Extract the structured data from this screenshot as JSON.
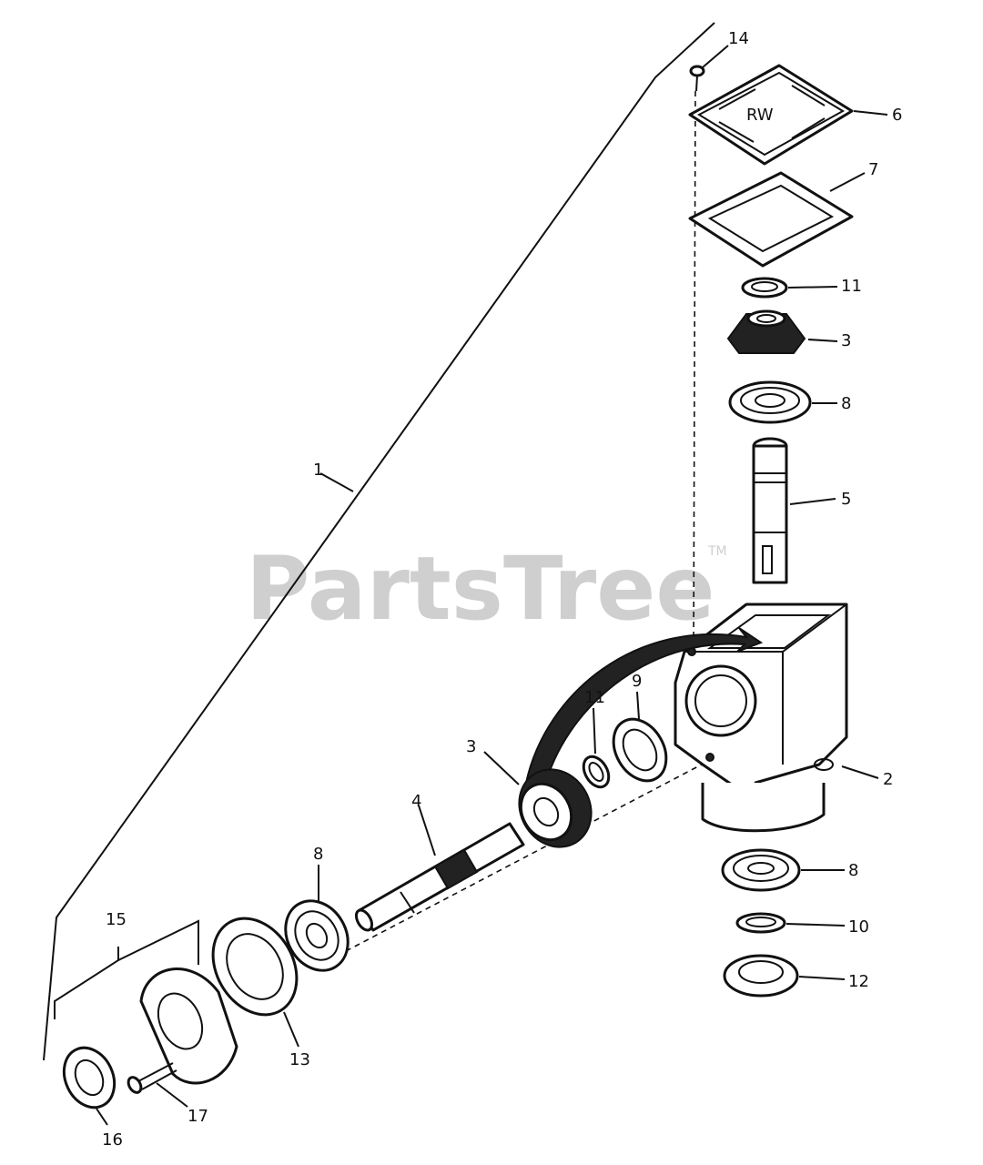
{
  "watermark": {
    "text": "PartsTree",
    "mark": "TM"
  },
  "callouts": {
    "c1": "1",
    "c2": "2",
    "c3a": "3",
    "c3b": "3",
    "c4": "4",
    "c5": "5",
    "c6": "6",
    "c7": "7",
    "c8a": "8",
    "c8b": "8",
    "c8c": "8",
    "c9": "9",
    "c10": "10",
    "c11a": "11",
    "c11b": "11",
    "c12": "12",
    "c13": "13",
    "c14": "14",
    "c15": "15",
    "c16": "16",
    "c17": "17"
  },
  "cover_mark": "RW"
}
